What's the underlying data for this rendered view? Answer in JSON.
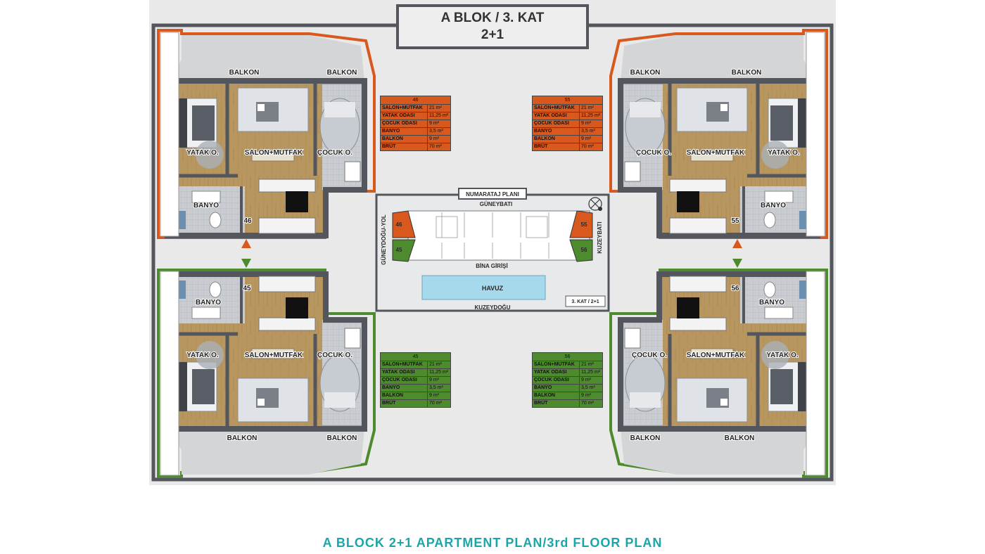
{
  "title": {
    "line1": "A BLOK / 3. KAT",
    "line2": "2+1"
  },
  "footer": "A BLOCK 2+1 APARTMENT PLAN/3rd FLOOR PLAN",
  "colors": {
    "orange": "#d8581d",
    "green": "#4e8a2e",
    "wall": "#53565d",
    "wood": "#b6955f",
    "tile": "#c4c8cc"
  },
  "rooms": {
    "balkon": "BALKON",
    "yatak": "YATAK O.",
    "salon": "SALON+MUTFAK",
    "cocuk": "ÇOCUK O.",
    "banyo": "BANYO"
  },
  "units": {
    "u46": "46",
    "u55": "55",
    "u45": "45",
    "u56": "56"
  },
  "tables": {
    "t46": {
      "number": "46",
      "rows": [
        [
          "SALON+MUTFAK",
          "21 m²"
        ],
        [
          "YATAK ODASI",
          "11,25 m²"
        ],
        [
          "ÇOCUK ODASI",
          "9 m²"
        ],
        [
          "BANYO",
          "3,5 m²"
        ],
        [
          "BALKON",
          "9 m²"
        ],
        [
          "BRÜT",
          "70 m²"
        ]
      ]
    },
    "t55": {
      "number": "55",
      "rows": [
        [
          "SALON+MUTFAK",
          "21 m²"
        ],
        [
          "YATAK ODASI",
          "11,25 m²"
        ],
        [
          "ÇOCUK ODASI",
          "9 m²"
        ],
        [
          "BANYO",
          "3,5 m²"
        ],
        [
          "BALKON",
          "9 m²"
        ],
        [
          "BRÜT",
          "70 m²"
        ]
      ]
    },
    "t45": {
      "number": "45",
      "rows": [
        [
          "SALON+MUTFAK",
          "21 m²"
        ],
        [
          "YATAK ODASI",
          "11,25 m²"
        ],
        [
          "ÇOCUK ODASI",
          "9 m²"
        ],
        [
          "BANYO",
          "3,5 m²"
        ],
        [
          "BALKON",
          "9 m²"
        ],
        [
          "BRÜT",
          "70 m²"
        ]
      ]
    },
    "t56": {
      "number": "56",
      "rows": [
        [
          "SALON+MUTFAK",
          "21 m²"
        ],
        [
          "YATAK ODASI",
          "11,25 m²"
        ],
        [
          "ÇOCUK ODASI",
          "9 m²"
        ],
        [
          "BANYO",
          "3,5 m²"
        ],
        [
          "BALKON",
          "9 m²"
        ],
        [
          "BRÜT",
          "70 m²"
        ]
      ]
    }
  },
  "numbering_plan": {
    "title": "NUMARATAJ PLANI",
    "north": "GÜNEYBATI",
    "south": "KUZEYDOĞU",
    "west": "GÜNEYDOĞU-YOL",
    "east": "KUZEYBATI",
    "entrance": "BİNA GİRİŞİ",
    "pool": "HAVUZ",
    "floor_tag": "3. KAT / 2+1",
    "units": [
      "46",
      "55",
      "45",
      "56"
    ],
    "compass_icon": "compass-icon"
  }
}
